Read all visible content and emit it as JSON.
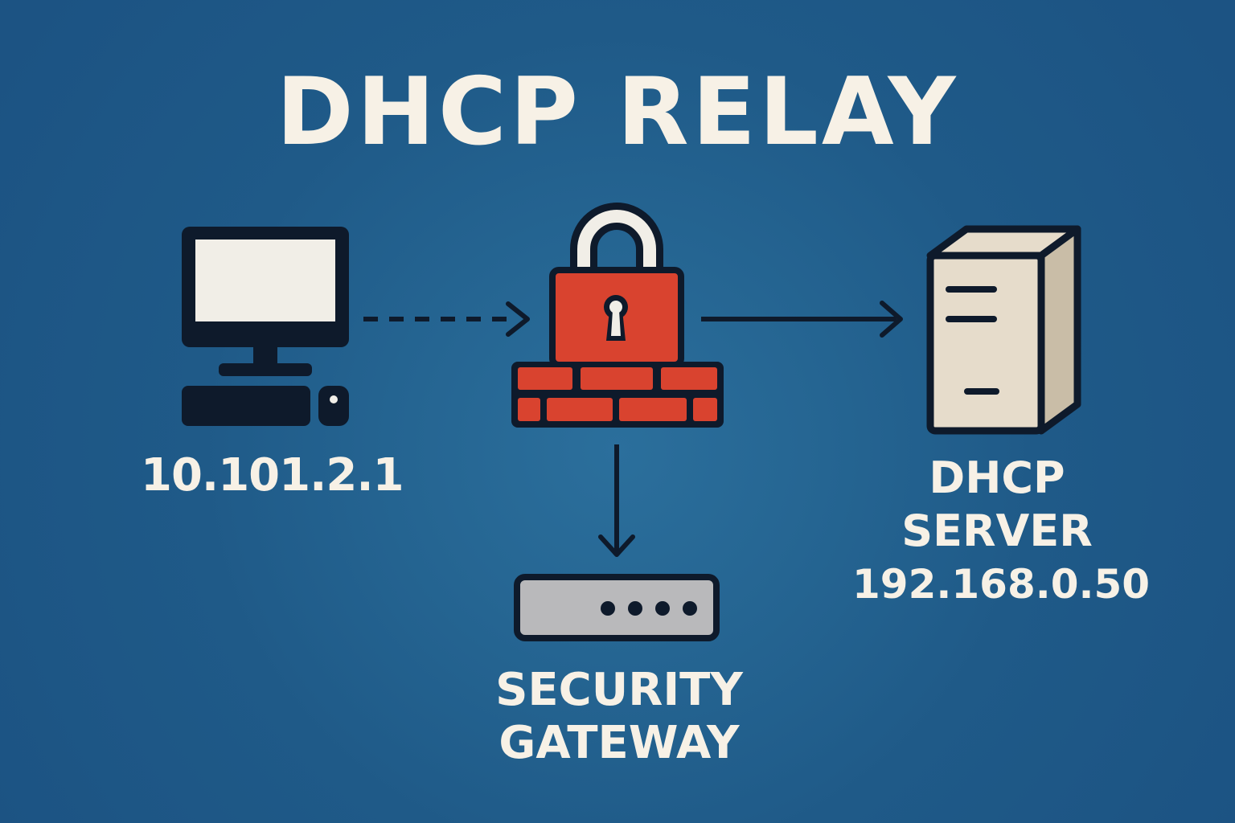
{
  "title": "DHCP RELAY",
  "nodes": {
    "client": {
      "label": "10.101.2.1",
      "icon": "desktop-computer-icon"
    },
    "relay": {
      "icon": "padlock-firewall-icon"
    },
    "server": {
      "line1": "DHCP",
      "line2": "SERVER",
      "ip": "192.168.0.50",
      "icon": "server-tower-icon"
    },
    "gateway": {
      "line1": "SECURITY",
      "line2": "GATEWAY",
      "icon": "network-device-icon"
    }
  },
  "edges": [
    {
      "from": "client",
      "to": "relay",
      "style": "dashed"
    },
    {
      "from": "relay",
      "to": "server",
      "style": "solid"
    },
    {
      "from": "relay",
      "to": "gateway",
      "style": "solid"
    }
  ],
  "colors": {
    "background": "#1f5a88",
    "text": "#f7f1e6",
    "outline": "#0e1a2b",
    "lock_red": "#d9432f",
    "server_body": "#e6dccb",
    "device_gray": "#b9b9bb"
  }
}
